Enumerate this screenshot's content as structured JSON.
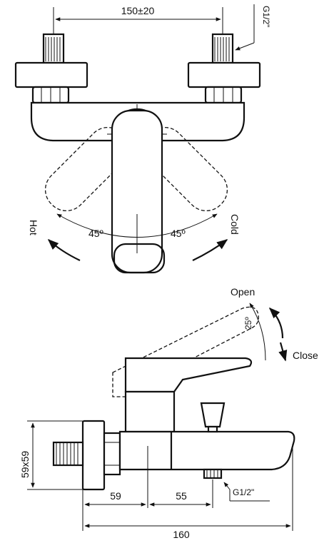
{
  "top_view": {
    "spacing_dim": "150±20",
    "thread_top": "G1/2\"",
    "hot_label": "Hot",
    "cold_label": "Cold",
    "angle_left": "45º",
    "angle_right": "45º"
  },
  "side_view": {
    "open_label": "Open",
    "close_label": "Close",
    "tilt_angle": "25º",
    "flange_dim": "59x59",
    "dim_59": "59",
    "dim_55": "55",
    "thread_bottom": "G1/2\"",
    "total_dim": "160"
  }
}
